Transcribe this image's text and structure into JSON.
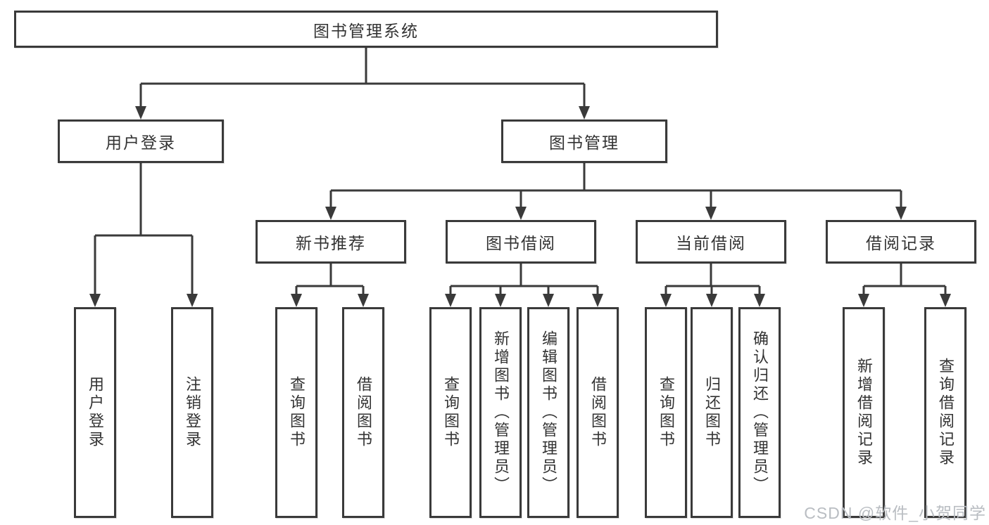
{
  "colors": {
    "line": "#3a3a3a",
    "text": "#333333",
    "bg": "#ffffff",
    "watermark": "#b9bdc2"
  },
  "root": {
    "label": "图书管理系统"
  },
  "level2": [
    {
      "label": "用户登录"
    },
    {
      "label": "图书管理"
    }
  ],
  "level3": [
    {
      "label": "新书推荐",
      "parent": "图书管理"
    },
    {
      "label": "图书借阅",
      "parent": "图书管理"
    },
    {
      "label": "当前借阅",
      "parent": "图书管理"
    },
    {
      "label": "借阅记录",
      "parent": "图书管理"
    }
  ],
  "leaves": [
    {
      "label": "用户登录",
      "parent": "用户登录"
    },
    {
      "label": "注销登录",
      "parent": "用户登录"
    },
    {
      "label": "查询图书",
      "parent": "新书推荐"
    },
    {
      "label": "借阅图书",
      "parent": "新书推荐"
    },
    {
      "label": "查询图书",
      "parent": "图书借阅"
    },
    {
      "label": "新增图书（管理员）",
      "parent": "图书借阅"
    },
    {
      "label": "编辑图书（管理员）",
      "parent": "图书借阅"
    },
    {
      "label": "借阅图书",
      "parent": "图书借阅"
    },
    {
      "label": "查询图书",
      "parent": "当前借阅"
    },
    {
      "label": "归还图书",
      "parent": "当前借阅"
    },
    {
      "label": "确认归还（管理员）",
      "parent": "当前借阅"
    },
    {
      "label": "新增借阅记录",
      "parent": "借阅记录"
    },
    {
      "label": "查询借阅记录",
      "parent": "借阅记录"
    }
  ],
  "watermark": "CSDN @软件_小贺同学"
}
